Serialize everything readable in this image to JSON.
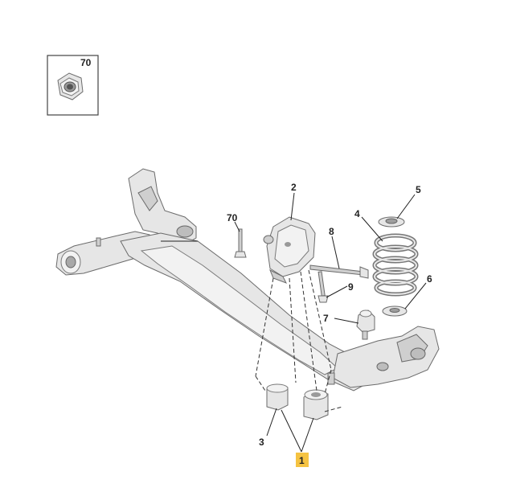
{
  "thumbnail": {
    "label": "70",
    "icon": "hex-nut-icon"
  },
  "callouts": {
    "c1": "1",
    "c2": "2",
    "c3": "3",
    "c4": "4",
    "c5": "5",
    "c6": "6",
    "c7": "7",
    "c8": "8",
    "c9": "9",
    "c70": "70"
  },
  "highlight_color": "#f5c342"
}
